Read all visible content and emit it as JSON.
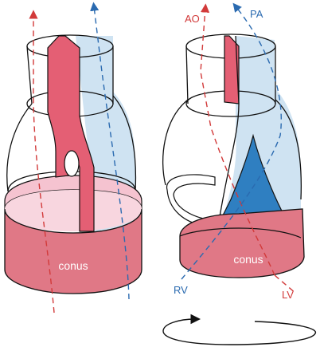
{
  "labels": {
    "conus_left": "conus",
    "conus_right": "conus",
    "ao": "AO",
    "pa": "PA",
    "rv": "RV",
    "lv": "LV"
  },
  "colors": {
    "red_line": "#d23a3a",
    "blue_line": "#2a6ab0",
    "red_fill": "#e45f74",
    "pink_fill": "#f5c3d0",
    "conus_fill": "#e07886",
    "light_blue_fill": "#cfe3f2",
    "dark_blue_fill": "#2f7fc1",
    "outline": "#111111",
    "label_white": "#ffffff"
  },
  "icons": {
    "rotation": "rotation-arrow-icon"
  }
}
